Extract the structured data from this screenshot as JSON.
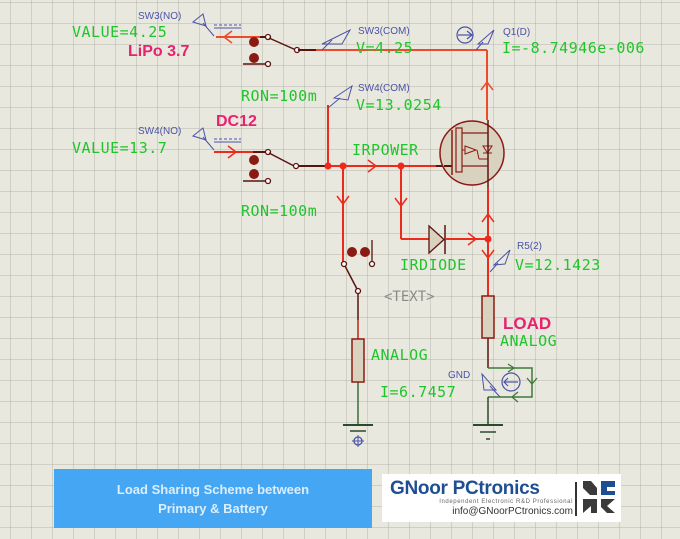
{
  "schematic": {
    "sw3_no": {
      "probe": "SW3(NO)",
      "value": "VALUE=4.25",
      "name": "LiPo 3.7"
    },
    "sw3_com": {
      "probe": "SW3(COM)",
      "value": "V=4.25"
    },
    "q1_d": {
      "probe": "Q1(D)",
      "value": "I=-8.74946e-006"
    },
    "sw4_com": {
      "probe": "SW4(COM)",
      "value": "V=13.0254"
    },
    "sw4_no": {
      "probe": "SW4(NO)",
      "value": "VALUE=13.7",
      "name": "DC12"
    },
    "ron_top": "RON=100m",
    "ron_bottom": "RON=100m",
    "irpower": "IRPOWER",
    "irdiode": "IRDIODE",
    "r5_2": {
      "probe": "R5(2)",
      "value": "V=12.1423"
    },
    "text_placeholder": "<TEXT>",
    "load": {
      "name": "LOAD",
      "model": "ANALOG"
    },
    "analog_resistor": {
      "model": "ANALOG",
      "current": "I=6.7457"
    },
    "gnd_probe": "GND"
  },
  "caption": {
    "line1": "Load Sharing Scheme between",
    "line2": "Primary & Battery"
  },
  "logo": {
    "brand": "GNoor PCtronics",
    "tagline": "Independent Electronic R&D Professional",
    "email": "info@GNoorPCtronics.com"
  },
  "colors": {
    "wire_active": "#ee2a1c",
    "wire_dark": "#5a1410",
    "wire_ground": "#3c7a3c",
    "component_fill": "#d9d2bf",
    "component_stroke": "#8b1a14",
    "label_green": "#1fc52a",
    "probe_blue": "#4a52a8",
    "name_pink": "#e8206e",
    "caption_bg": "#45a6f3",
    "brand_blue": "#1f4f93"
  }
}
